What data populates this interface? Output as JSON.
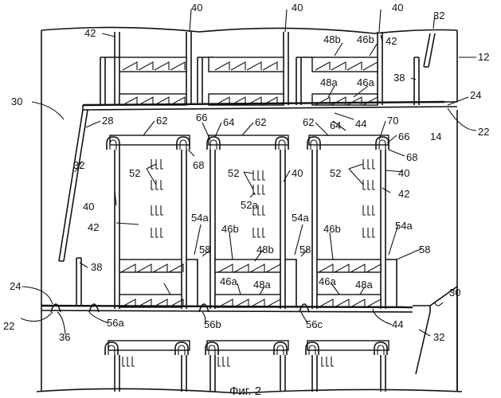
{
  "figure": {
    "caption": "Фиг. 2",
    "labels": {
      "l40a": "40",
      "l40b": "40",
      "l40c": "40",
      "l32a": "32",
      "l42a": "42",
      "l48b_top": "48b",
      "l46b_top": "46b",
      "l42b": "42",
      "l12": "12",
      "l38_top": "38",
      "l48a_top": "48a",
      "l46a_top": "46a",
      "l30_left": "30",
      "l24_right": "24",
      "l22_right": "22",
      "l28": "28",
      "l62a": "62",
      "l66a": "66",
      "l64a": "64",
      "l62b": "62",
      "l62c": "62",
      "l64b": "64",
      "l70": "70",
      "l66b": "66",
      "l44_top": "44",
      "l14": "14",
      "l32b": "32",
      "l68a": "68",
      "l68b": "68",
      "l52a": "52",
      "l52b": "52",
      "l52c": "52",
      "l52alpha": "52a",
      "l40d": "40",
      "l40e": "40",
      "l40f": "40",
      "l42c": "42",
      "l42d": "42",
      "l54a1": "54a",
      "l54a2": "54a",
      "l54a3": "54a",
      "l46b1": "46b",
      "l46b2": "46b",
      "l48b_mid": "48b",
      "l58a": "58",
      "l58b": "58",
      "l58c": "58",
      "l38_bot": "38",
      "l30_right": "30",
      "l24_left": "24",
      "l46a1": "46a",
      "l48a1": "48a",
      "l46a2": "46a",
      "l48a2": "48a",
      "l22_left": "22",
      "l36": "36",
      "l56a": "56a",
      "l56b": "56b",
      "l56c": "56c",
      "l44_bot": "44",
      "l32c": "32"
    }
  }
}
